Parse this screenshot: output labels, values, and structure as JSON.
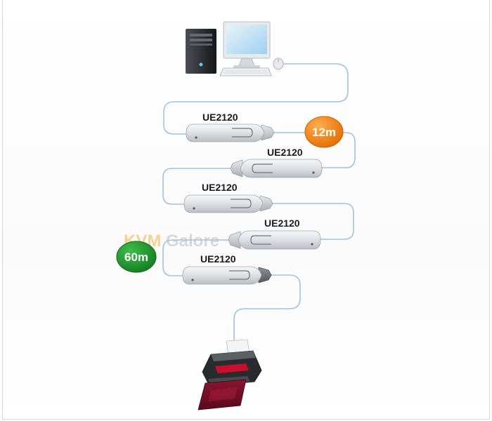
{
  "diagram": {
    "extenders": [
      {
        "label": "UE2120"
      },
      {
        "label": "UE2120"
      },
      {
        "label": "UE2120"
      },
      {
        "label": "UE2120"
      },
      {
        "label": "UE2120"
      }
    ],
    "badges": {
      "segment": {
        "text": "12m",
        "color": "#f07a10"
      },
      "total": {
        "text": "60m",
        "color": "#1f8a2a"
      }
    },
    "watermark": {
      "part1": "KVM",
      "part2": "Galore"
    },
    "icons": {
      "source": "desktop-computer-icon",
      "sink": "printer-icon"
    },
    "colors": {
      "cable": "#9cc4e4",
      "device_body": "#d9dcdf",
      "badge_orange": "#f07a10",
      "badge_green": "#1f8a2a"
    }
  }
}
